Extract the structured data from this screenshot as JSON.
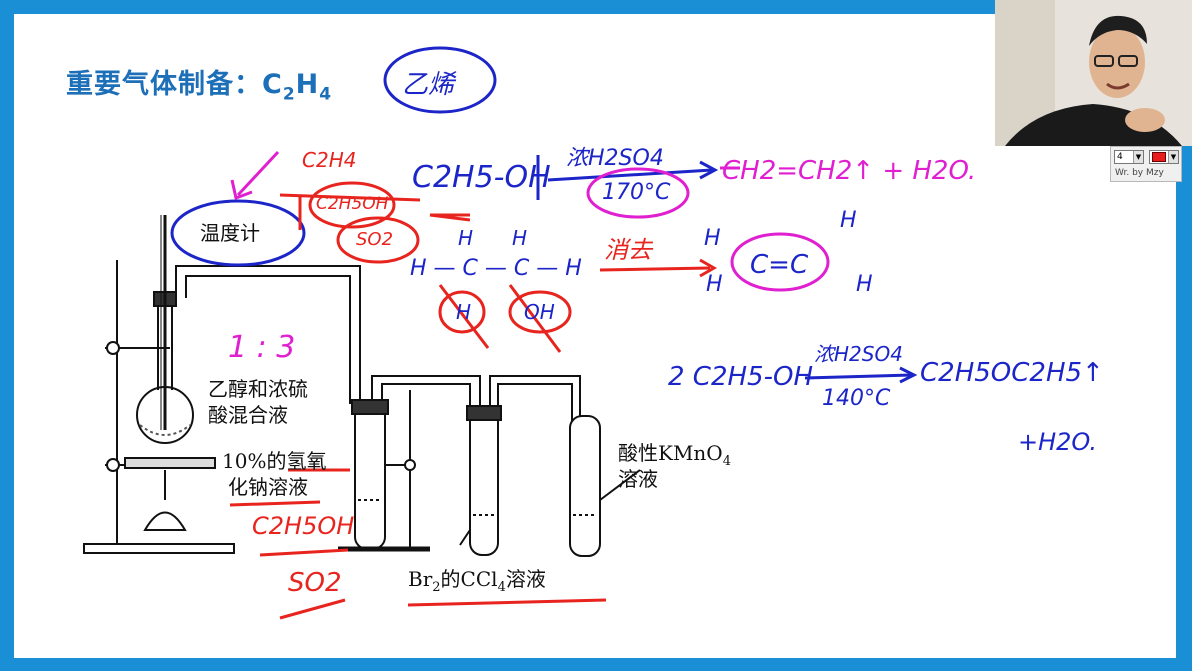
{
  "slide": {
    "title_prefix": "重要气体制备：C",
    "title_sub1": "2",
    "title_mid": "H",
    "title_sub2": "4",
    "labels": {
      "thermometer": "温度计",
      "mixture_line1": "乙醇和浓硫",
      "mixture_line2": "酸混合液",
      "naoh_line1": "10%的氢氧",
      "naoh_line2": "化钠溶液",
      "kmno4_prefix": "酸性KMnO",
      "kmno4_sub": "4",
      "kmno4_line2": "溶液",
      "br2_a": "Br",
      "br2_sub1": "2",
      "br2_b": "的CCl",
      "br2_sub2": "4",
      "br2_c": "溶液"
    }
  },
  "annotations": {
    "ethylene_name": "乙烯",
    "ratio": "1 : 3",
    "eq1_reactant": "C2H5-OH",
    "eq1_catalyst": "浓H2SO4",
    "eq1_temp": "170°C",
    "eq1_product": "CH2=CH2↑ + H2O.",
    "impurity_c2h4": "C2H4",
    "impurity_c2h5oh": "C2H5OH",
    "impurity_so2": "SO2",
    "elimination": "消去",
    "h_atom": "H",
    "c_atom": "C",
    "struct_chain": "H — C — C — H",
    "oh_group": "OH",
    "ethylene_structure": "C=C",
    "eq2_reactant": "2 C2H5-OH",
    "eq2_catalyst": "浓H2SO4",
    "eq2_temp": "140°C",
    "eq2_product": "C2H5OC2H5↑",
    "eq2_water": "+H2O.",
    "note_c2h5oh": "C2H5OH",
    "note_so2": "SO2"
  },
  "toolbar": {
    "pen_size": "4",
    "pen_color": "#e81c1c",
    "credit": "Wr. by Mzy"
  },
  "colors": {
    "frame": "#1a8fd6",
    "title": "#1d6fb8",
    "ink_blue": "#1c25c8",
    "ink_red": "#e8241e",
    "ink_pink": "#e01fd0"
  }
}
